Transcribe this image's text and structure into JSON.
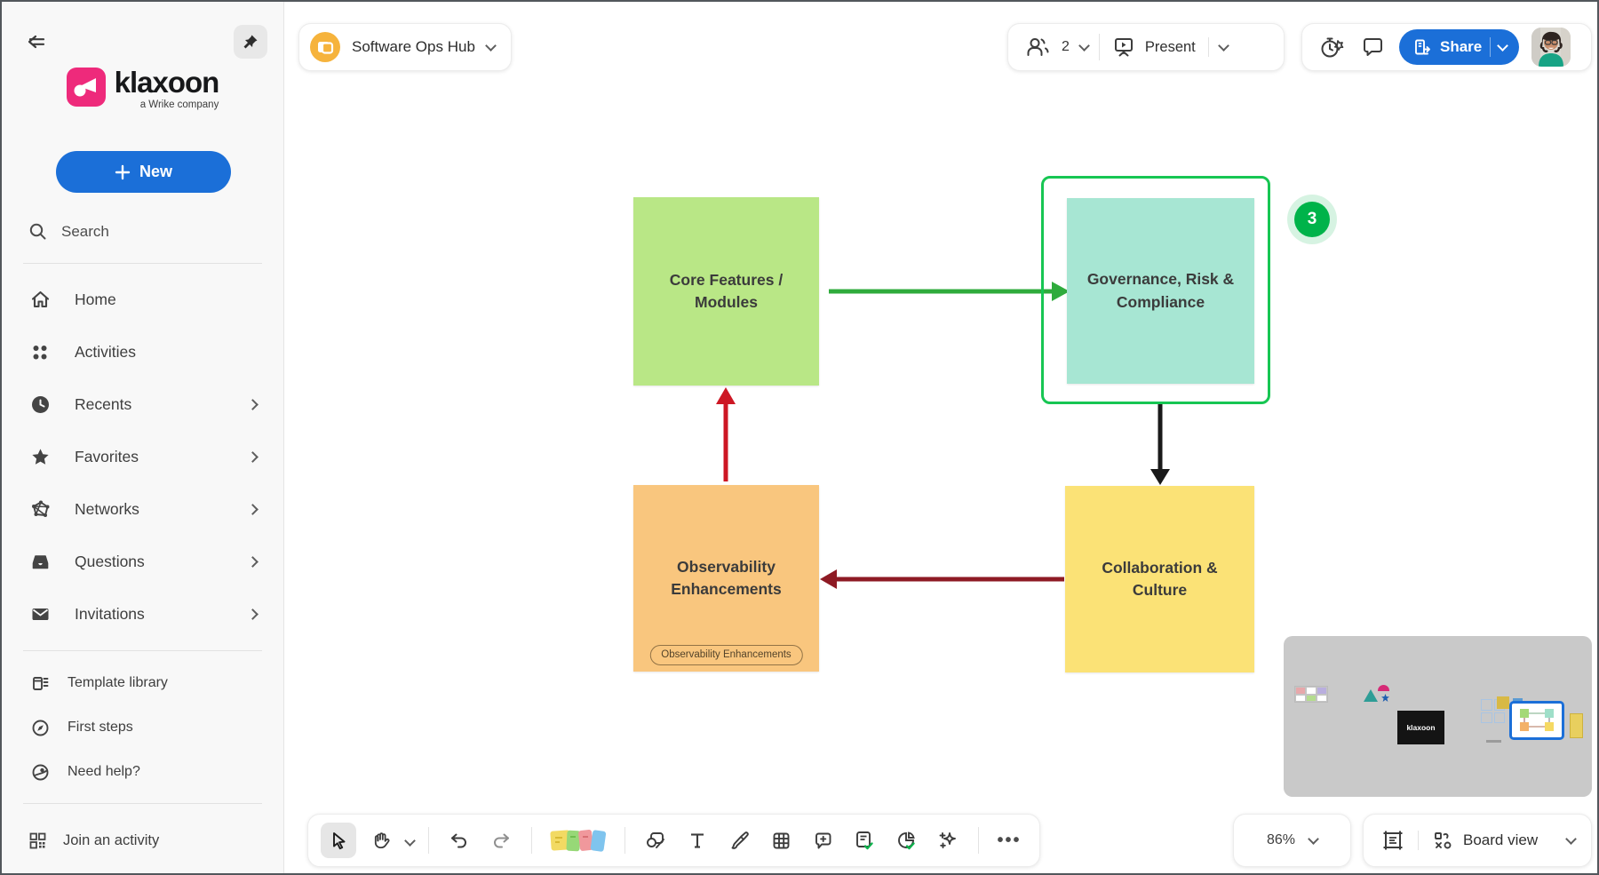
{
  "sidebar": {
    "logo": {
      "brand": "klaxoon",
      "tagline": "a Wrike company"
    },
    "new_button": "New",
    "search_label": "Search",
    "menu": [
      {
        "label": "Home",
        "chevron": false
      },
      {
        "label": "Activities",
        "chevron": false
      },
      {
        "label": "Recents",
        "chevron": true
      },
      {
        "label": "Favorites",
        "chevron": true
      },
      {
        "label": "Networks",
        "chevron": true
      },
      {
        "label": "Questions",
        "chevron": true
      },
      {
        "label": "Invitations",
        "chevron": true
      }
    ],
    "secondary": [
      {
        "label": "Template library"
      },
      {
        "label": "First steps"
      },
      {
        "label": "Need help?"
      }
    ],
    "join_label": "Join an activity"
  },
  "topbar": {
    "board_name": "Software Ops Hub",
    "participants_count": "2",
    "present_label": "Present",
    "share_label": "Share"
  },
  "canvas": {
    "notes": [
      {
        "id": "core",
        "label": "Core Features / Modules",
        "color": "#b9e786"
      },
      {
        "id": "grc",
        "label": "Governance, Risk & Compliance",
        "color": "#a7e6d3",
        "selected": true,
        "badge": "3"
      },
      {
        "id": "collab",
        "label": "Collaboration & Culture",
        "color": "#fbe276"
      },
      {
        "id": "obs",
        "label": "Observability Enhancements",
        "color": "#f9c67e",
        "tag": "Observability Enhancements"
      }
    ],
    "connectors": [
      {
        "from": "core",
        "to": "grc",
        "color": "#2fab3c"
      },
      {
        "from": "grc",
        "to": "collab",
        "color": "#1a1a1a"
      },
      {
        "from": "collab",
        "to": "obs",
        "color": "#8e1a24"
      },
      {
        "from": "obs",
        "to": "core",
        "color": "#cd1724"
      }
    ]
  },
  "minimap": {
    "logo_text": "klaxoon"
  },
  "statusbar": {
    "zoom_level": "86%",
    "view_label": "Board view"
  },
  "colors": {
    "accent_blue": "#1b6fd8",
    "brand_pink": "#ee2a7b",
    "selection_green": "#17c653",
    "badge_green": "#00b34a",
    "arrow_green": "#2fab3c",
    "arrow_black": "#1a1a1a",
    "arrow_red": "#cd1724",
    "arrow_dark_red": "#8e1a24"
  }
}
